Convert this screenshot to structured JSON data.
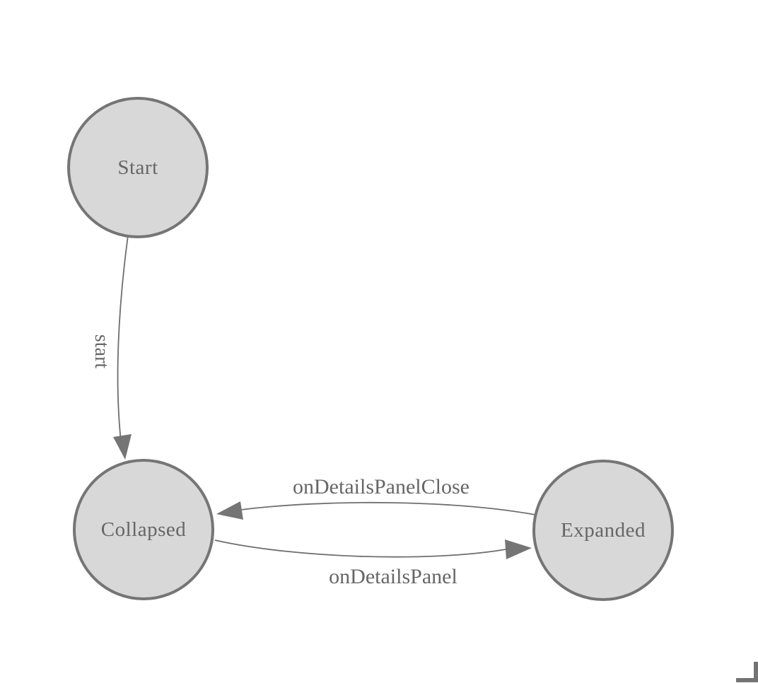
{
  "diagram": {
    "type": "state-machine",
    "background_color": "#ffffff",
    "node_fill_color": "#d8d8d8",
    "node_border_color": "#757575",
    "edge_color": "#6e6e6e",
    "arrowhead_color": "#757575",
    "label_color": "#666666",
    "nodes": [
      {
        "id": "start",
        "label": "Start"
      },
      {
        "id": "collapsed",
        "label": "Collapsed"
      },
      {
        "id": "expanded",
        "label": "Expanded"
      }
    ],
    "edges": [
      {
        "from": "Start",
        "to": "Collapsed",
        "label": "start",
        "label_orientation": "rotated-90deg"
      },
      {
        "from": "Expanded",
        "to": "Collapsed",
        "label": "onDetailsPanelClose"
      },
      {
        "from": "Collapsed",
        "to": "Expanded",
        "label": "onDetailsPanel"
      }
    ]
  },
  "resize_handle": {
    "shape": "corner-bracket",
    "color": "#737373"
  }
}
